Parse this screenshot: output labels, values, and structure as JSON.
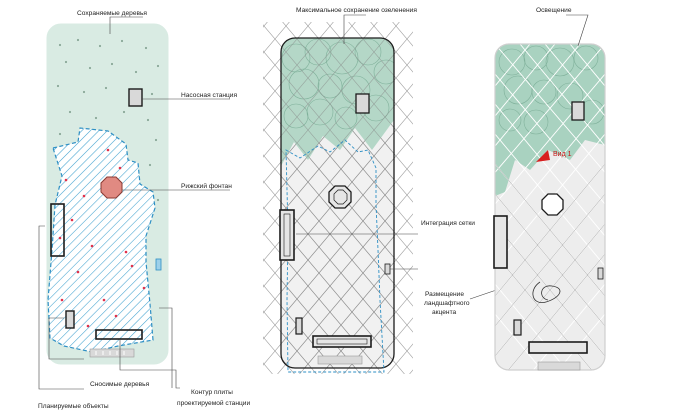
{
  "panel1": {
    "labels": {
      "preserved_trees": "Сохраняемые деревья",
      "pump_station": "Насосная станция",
      "fountain": "Рижский фонтан",
      "removed_trees": "Сносимые деревья",
      "planned_objects": "Планируемые объекты",
      "slab_contour_line1": "Контур плиты",
      "slab_contour_line2": "проектируемой станции"
    }
  },
  "panel2": {
    "labels": {
      "max_greenery": "Максимальное сохранение озеленения",
      "grid_integration": "Интеграция сетки",
      "landscape_line1": "Размещение",
      "landscape_line2": "ландшафтного",
      "landscape_line3": "акцента"
    }
  },
  "panel3": {
    "labels": {
      "lighting": "Освещение",
      "view": "Вид 1"
    }
  },
  "colors": {
    "green_fill": "#d4e8df",
    "green_dark": "#a9d2c0",
    "blue_hatch": "#3fa2cf",
    "blue_dashed": "#2e8fc4",
    "red_points": "#e0304a",
    "fountain": "#e08a82",
    "outline": "#1b1b1b",
    "grey_fill": "#eeeeee",
    "grid": "#9b9b9b"
  }
}
